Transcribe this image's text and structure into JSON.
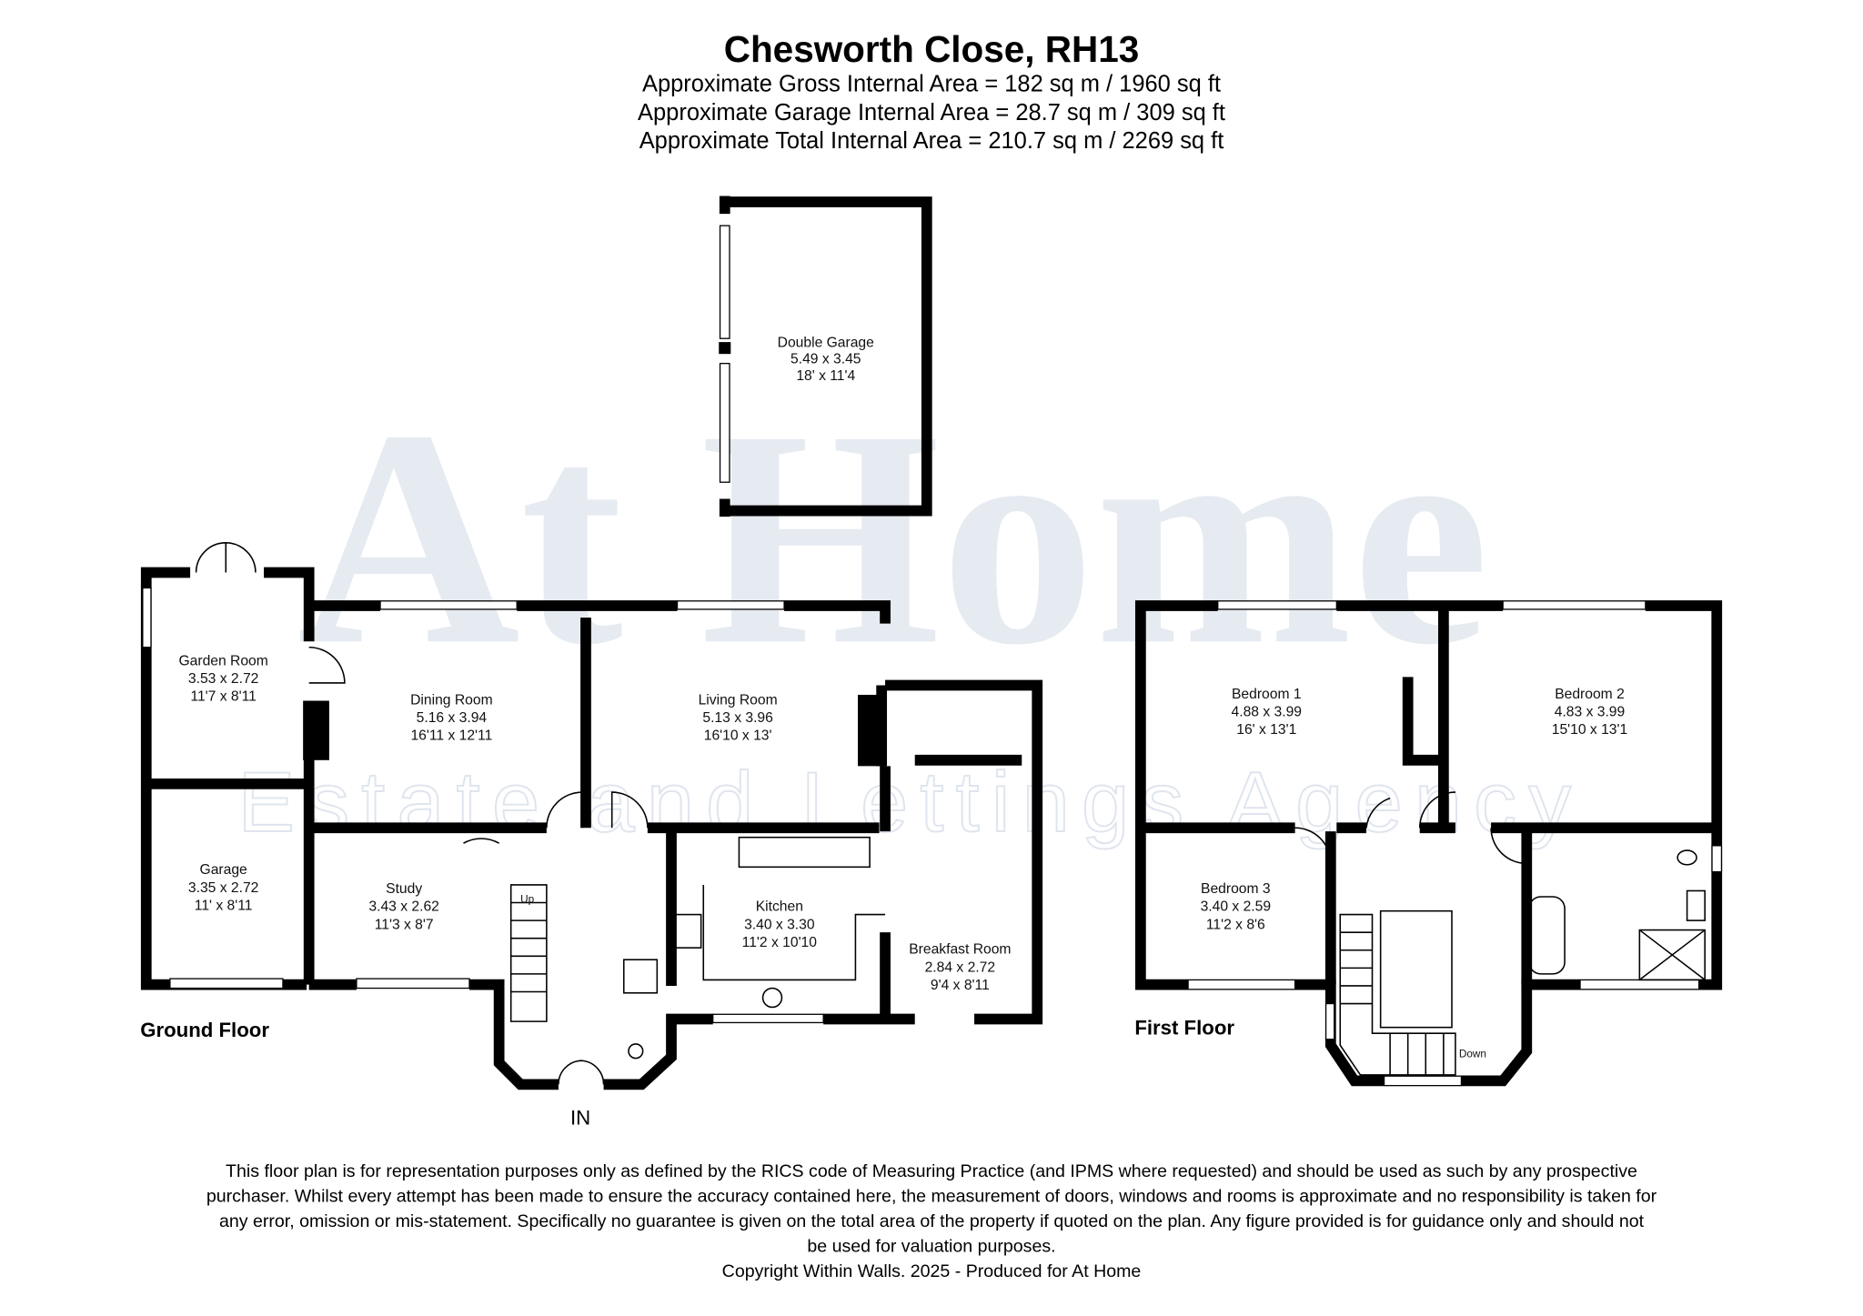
{
  "header": {
    "title": "Chesworth Close, RH13",
    "areas": [
      "Approximate Gross Internal Area = 182 sq m / 1960 sq ft",
      "Approximate Garage Internal Area = 28.7 sq m / 309 sq ft",
      "Approximate Total Internal Area = 210.7 sq m / 2269 sq ft"
    ]
  },
  "watermark": {
    "logo": "At Home",
    "tagline": "Estate and Lettings Agency"
  },
  "ground_floor": {
    "label": "Ground Floor",
    "entrance": "IN",
    "stairs": "Up",
    "rooms": {
      "double_garage": {
        "name": "Double Garage",
        "metric": "5.49 x 3.45",
        "imperial": "18' x 11'4"
      },
      "garden_room": {
        "name": "Garden Room",
        "metric": "3.53 x 2.72",
        "imperial": "11'7 x 8'11"
      },
      "garage": {
        "name": "Garage",
        "metric": "3.35 x 2.72",
        "imperial": "11' x 8'11"
      },
      "dining_room": {
        "name": "Dining Room",
        "metric": "5.16 x 3.94",
        "imperial": "16'11 x 12'11"
      },
      "living_room": {
        "name": "Living Room",
        "metric": "5.13 x 3.96",
        "imperial": "16'10 x 13'"
      },
      "study": {
        "name": "Study",
        "metric": "3.43 x 2.62",
        "imperial": "11'3 x 8'7"
      },
      "kitchen": {
        "name": "Kitchen",
        "metric": "3.40 x 3.30",
        "imperial": "11'2 x 10'10"
      },
      "breakfast_room": {
        "name": "Breakfast Room",
        "metric": "2.84 x 2.72",
        "imperial": "9'4 x 8'11"
      }
    }
  },
  "first_floor": {
    "label": "First Floor",
    "stairs": "Down",
    "rooms": {
      "bedroom1": {
        "name": "Bedroom 1",
        "metric": "4.88 x 3.99",
        "imperial": "16' x 13'1"
      },
      "bedroom2": {
        "name": "Bedroom 2",
        "metric": "4.83 x 3.99",
        "imperial": "15'10 x 13'1"
      },
      "bedroom3": {
        "name": "Bedroom 3",
        "metric": "3.40 x 2.59",
        "imperial": "11'2 x 8'6"
      }
    }
  },
  "footer": {
    "disclaimer": [
      "This floor plan is for representation purposes only as defined by the RICS code of Measuring Practice (and IPMS where requested) and should be used as such by any prospective",
      "purchaser. Whilst every attempt has been made to ensure the accuracy contained here, the measurement of doors, windows and rooms is approximate and no responsibility is taken for",
      "any error, omission or mis-statement. Specifically no guarantee is given on the total area of the property if quoted on the plan. Any figure provided is for guidance only and should not",
      "be used for valuation purposes."
    ],
    "copyright": "Copyright Within Walls. 2025 - Produced for At Home"
  }
}
